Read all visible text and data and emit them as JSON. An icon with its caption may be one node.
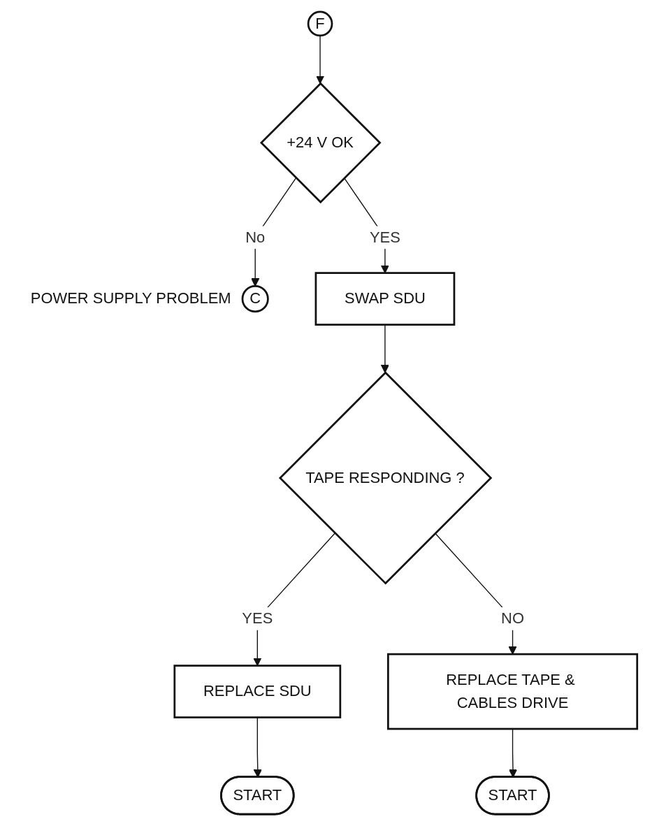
{
  "diagram": {
    "nodes": [
      {
        "text": [
          "F"
        ]
      },
      {
        "text": [
          "+24 V OK"
        ]
      },
      {
        "text": [
          "C"
        ],
        "beside": [
          "POWER SUPPLY PROBLEM"
        ]
      },
      {
        "text": [
          "SWAP SDU"
        ]
      },
      {
        "text": [
          "TAPE RESPONDING ?"
        ]
      },
      {
        "text": [
          "REPLACE SDU"
        ]
      },
      {
        "text": [
          "START"
        ]
      },
      {
        "text": [
          "REPLACE TAPE & CABLES DRIVE"
        ]
      },
      {
        "text": [
          "START"
        ]
      }
    ],
    "edges": [
      {
        "from": 0,
        "to": 1,
        "arrow": "to"
      },
      {
        "from": 1,
        "to": 2,
        "arrow": "to",
        "label": "No"
      },
      {
        "from": 1,
        "to": 3,
        "arrow": "to",
        "label": "YES"
      },
      {
        "from": 3,
        "to": 4,
        "arrow": "to"
      },
      {
        "from": 4,
        "to": 5,
        "arrow": "to",
        "label": "YES"
      },
      {
        "from": 5,
        "to": 6,
        "arrow": "to"
      },
      {
        "from": 4,
        "to": 7,
        "arrow": "to",
        "label": "NO"
      },
      {
        "from": 7,
        "to": 8,
        "arrow": "to"
      }
    ]
  }
}
